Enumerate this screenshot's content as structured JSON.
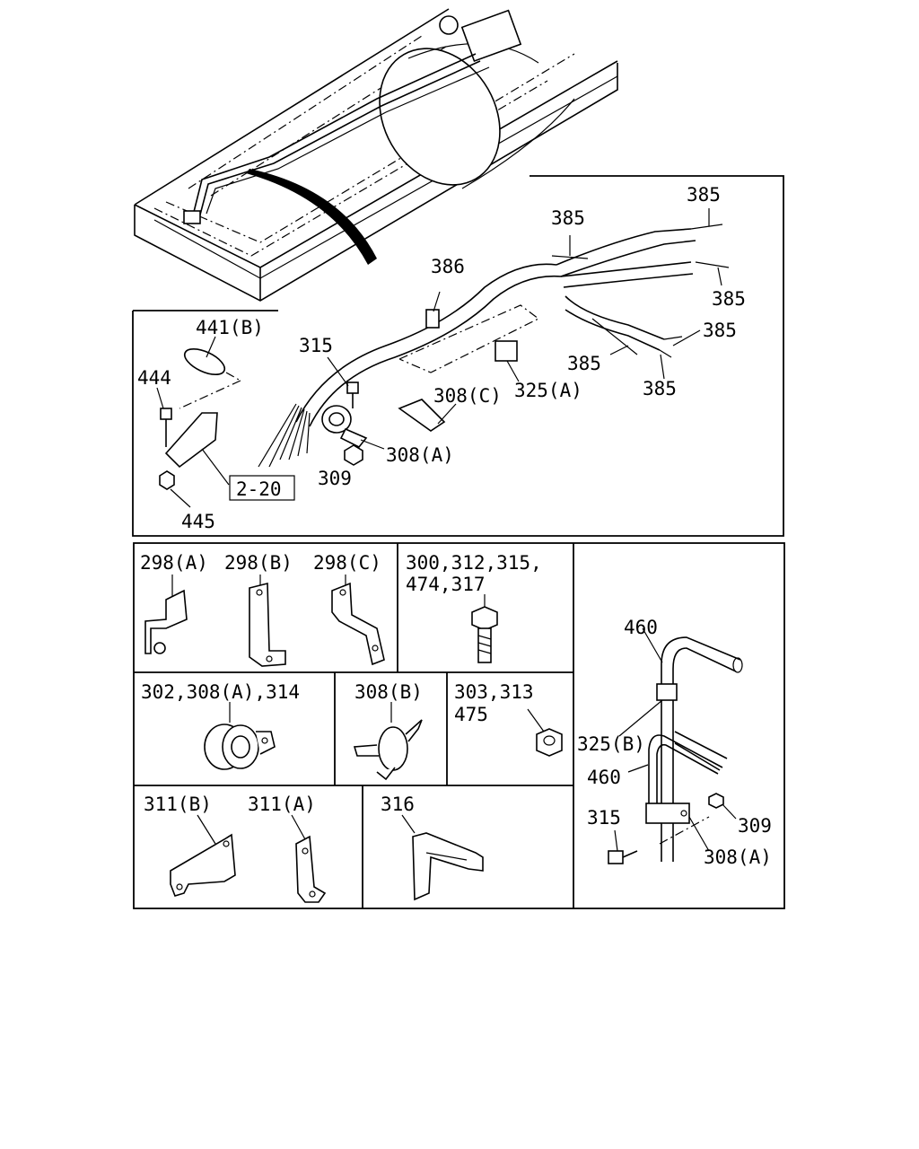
{
  "callouts": {
    "c441b": "441(B)",
    "c444": "444",
    "c445": "445",
    "ref220": "2-20",
    "c315a": "315",
    "c309a": "309",
    "c308a1": "308(A)",
    "c308c": "308(C)",
    "c386": "386",
    "c325a": "325(A)",
    "c385_1": "385",
    "c385_2": "385",
    "c385_3": "385",
    "c385_4": "385",
    "c385_5": "385",
    "c385_6": "385"
  },
  "panels": {
    "p298": [
      "298(A)",
      "298(B)",
      "298(C)"
    ],
    "p300_line1": "300,312,315,",
    "p300_line2": "474,317",
    "p302": "302,308(A),314",
    "p308b": "308(B)",
    "p303_line1": "303,313",
    "p303_line2": "475",
    "p311b": "311(B)",
    "p311a": "311(A)",
    "p316": "316",
    "p460_1": "460",
    "p325b": "325(B)",
    "p460_2": "460",
    "p315b": "315",
    "p309b": "309",
    "p308a2": "308(A)"
  }
}
